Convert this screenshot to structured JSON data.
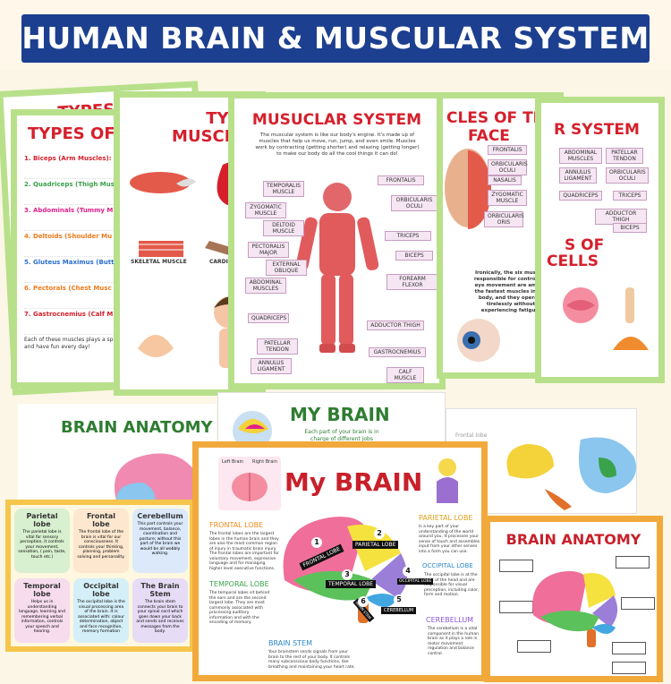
{
  "banner": {
    "title": "HUMAN BRAIN & MUSCULAR SYSTEM"
  },
  "card_types_back": {
    "title": "TYPES"
  },
  "card_types_muscles": {
    "title": "TYPES OF",
    "items": [
      "1. Biceps (Arm Muscles):",
      "2. Quadriceps (Thigh Mus",
      "3. Abdominals (Tummy M",
      "4. Deltoids (Shoulder Mu",
      "5. Gluteus Maximus (Butt",
      "6. Pectorals (Chest Musc",
      "7. Gastrocnemius (Calf M"
    ],
    "footer": "Each of these muscles plays a special role... move, play, and have fun every day!"
  },
  "card_types_muscle_cells": {
    "title1": "TYPES",
    "title2": "MUSCLE C",
    "skeletal": "SKELETAL MUSCLE",
    "cardiac": "CARDIAC MUS"
  },
  "card_muscular": {
    "title": "MUSUCLAR SYSTEM",
    "intro": "The muscular system is like our body's engine. It's made up of muscles that help us move, run, jump, and even smile. Muscles work by contracting (getting shorter) and relaxing (getting longer) to make our body do all the cool things it can do!",
    "left_labels": [
      "TEMPORALIS MUSCLE",
      "ZYGOMATIC MUSCLE",
      "DELTOID MUSCLE",
      "PECTORALIS MAJOR",
      "EXTERNAL OBLIQUE",
      "ABDOMINAL MUSCLES",
      "QUADRICEPS",
      "PATELLAR TENDON",
      "ANNULUS LIGAMENT"
    ],
    "right_labels": [
      "FRONTALIS",
      "ORBICULARIS OCULI",
      "TRICEPS",
      "BICEPS",
      "FOREARM FLEXOR",
      "ADDUCTOR THIGH",
      "GASTROCNEMIUS",
      "CALF MUSCLE"
    ]
  },
  "card_face": {
    "title1": "CLES OF THE",
    "title2": "FACE",
    "labels": [
      "FRONTALIS",
      "ORBICULARIS OCULI",
      "NASALIS",
      "ZYGOMATIC MUSCLE",
      "ORBICULARIS ORIS"
    ],
    "fact": "Ironically, the six muscles responsible for controlling eye movement are among the fastest muscles in our body, and they operate tirelessly without experiencing fatigue."
  },
  "card_system_right": {
    "title": "R SYSTEM",
    "labels": [
      "ABDOMINAL MUSCLES",
      "PATELLAR TENDON",
      "ANNULUS LIGAMENT",
      "ORBICULARIS OCULI",
      "QUADRICEPS",
      "TRICEPS",
      "ADDUCTOR THIGH",
      "BICEPS"
    ],
    "subtitle1": "S OF",
    "subtitle2": "CELLS"
  },
  "card_brain_anatomy_back": {
    "title": "BRAIN ANATOMY"
  },
  "card_my_brain_back": {
    "title": "MY BRAIN",
    "subtitle": "Each part of your brain is in charge of different jobs"
  },
  "card_lobes": {
    "tiles": [
      {
        "title": "Parietal lobe",
        "text": "The parietal lobe is vital for sensory perception, it controls your movement, sensation, ( pain, taste, touch etc.)"
      },
      {
        "title": "Frontal lobe",
        "text": "The frontal lobe of the brain is vital for our consciousness. It controls your thinking, planning, problem solving and personality."
      },
      {
        "title": "Cerebellum",
        "text": "This part controls your movement, balance, coordination and posture; without this part of the brain we would be all wobbly walking."
      },
      {
        "title": "Temporal lobe",
        "text": "Helps us in understanding language, learning and remembering verbal information, controls your speech and hearing."
      },
      {
        "title": "Occipital lobe",
        "text": "The occipital lobe is the visual processing area of the brain. It is associated with: colour determination, object and face recognition, memory formation"
      },
      {
        "title": "The Brain Stem",
        "text": "The brain stem connects your brain to your spinal cord which goes down your back and sends and receives messages from the body."
      }
    ]
  },
  "card_my_brain_main": {
    "title": "My BRAIN",
    "left_brain": "Left Brain",
    "right_brain": "Right Brain",
    "frontal_title": "FRONTAL LOBE",
    "frontal_text": "The frontal lobes are the largest lobes in the human brain and they are also the most common region of injury in traumatic brain injury. The frontal lobes are important for voluntary movement, expressive language and for managing higher level executive functions.",
    "temporal_title": "TEMPORAL LOBE",
    "temporal_text": "The temporal lobes sit behind the ears and are the second largest lobe. They are most commonly associated with processing auditory information and with the encoding of memory.",
    "brainstem_title": "BRAIN STEM",
    "brainstem_text": "Your brainstem sends signals from your brain to the rest of your body. It controls many subconscious body functions, like breathing and maintaining your heart rate.",
    "parietal_title": "PARIETAL LOBE",
    "parietal_text": "Is a key part of your understanding of the world around you. It processes your sense of touch and assembles input from your other senses into a form you can use.",
    "occipital_title": "OCCIPITAL LOBE",
    "occipital_text": "The occipital lobe is at the back of the head and are responsible for visual perception, including color, form and motion.",
    "cerebellum_title": "CEREBELLUM",
    "cerebellum_text": "The cerebellum is a vital component in the human brain as it plays a role in motor movement regulation and balance control.",
    "lobe_labels": [
      "FRONTAL LOBE",
      "PARIETAL LOBE",
      "TEMPORAL LOBE",
      "OCCIPITAL LOBE",
      "CEREBELLUM",
      "BRAIN STEM"
    ],
    "numbers": [
      "1",
      "2",
      "3",
      "4",
      "5",
      "6"
    ]
  },
  "card_brain_anatomy_right": {
    "title": "BRAIN ANATOMY"
  },
  "card_parts_back": {
    "label": "Frontal lobe"
  },
  "colors": {
    "banner": "#1c3f8f",
    "green_border": "#b8e08a",
    "yellow_border": "#f6d84d",
    "orange_border": "#f2a93b",
    "red_title": "#d5202c",
    "green_title": "#2f7d32"
  }
}
